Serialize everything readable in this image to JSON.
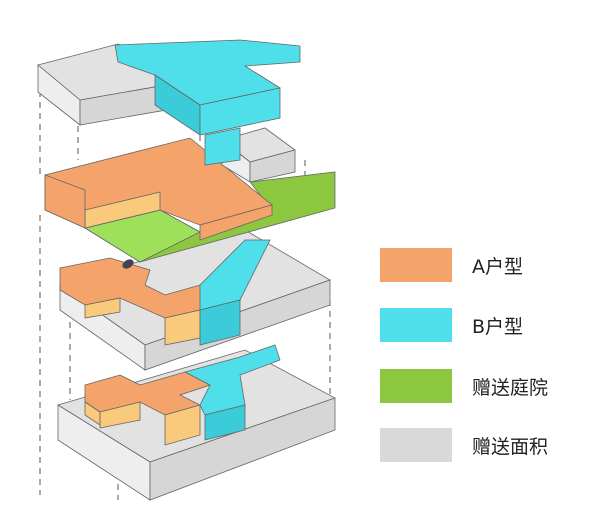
{
  "legend": [
    {
      "label": "A户型",
      "color": "#F4A46A"
    },
    {
      "label": "B户型",
      "color": "#4FDFEB"
    },
    {
      "label": "赠送庭院",
      "color": "#8DC63F"
    },
    {
      "label": "赠送面积",
      "color": "#D9D9D9"
    }
  ],
  "colors": {
    "orange_side": "#F9C97C",
    "cyan_side": "#3CCBD8",
    "grey_side": "#ECECEC",
    "green_light": "#9EE05A"
  }
}
